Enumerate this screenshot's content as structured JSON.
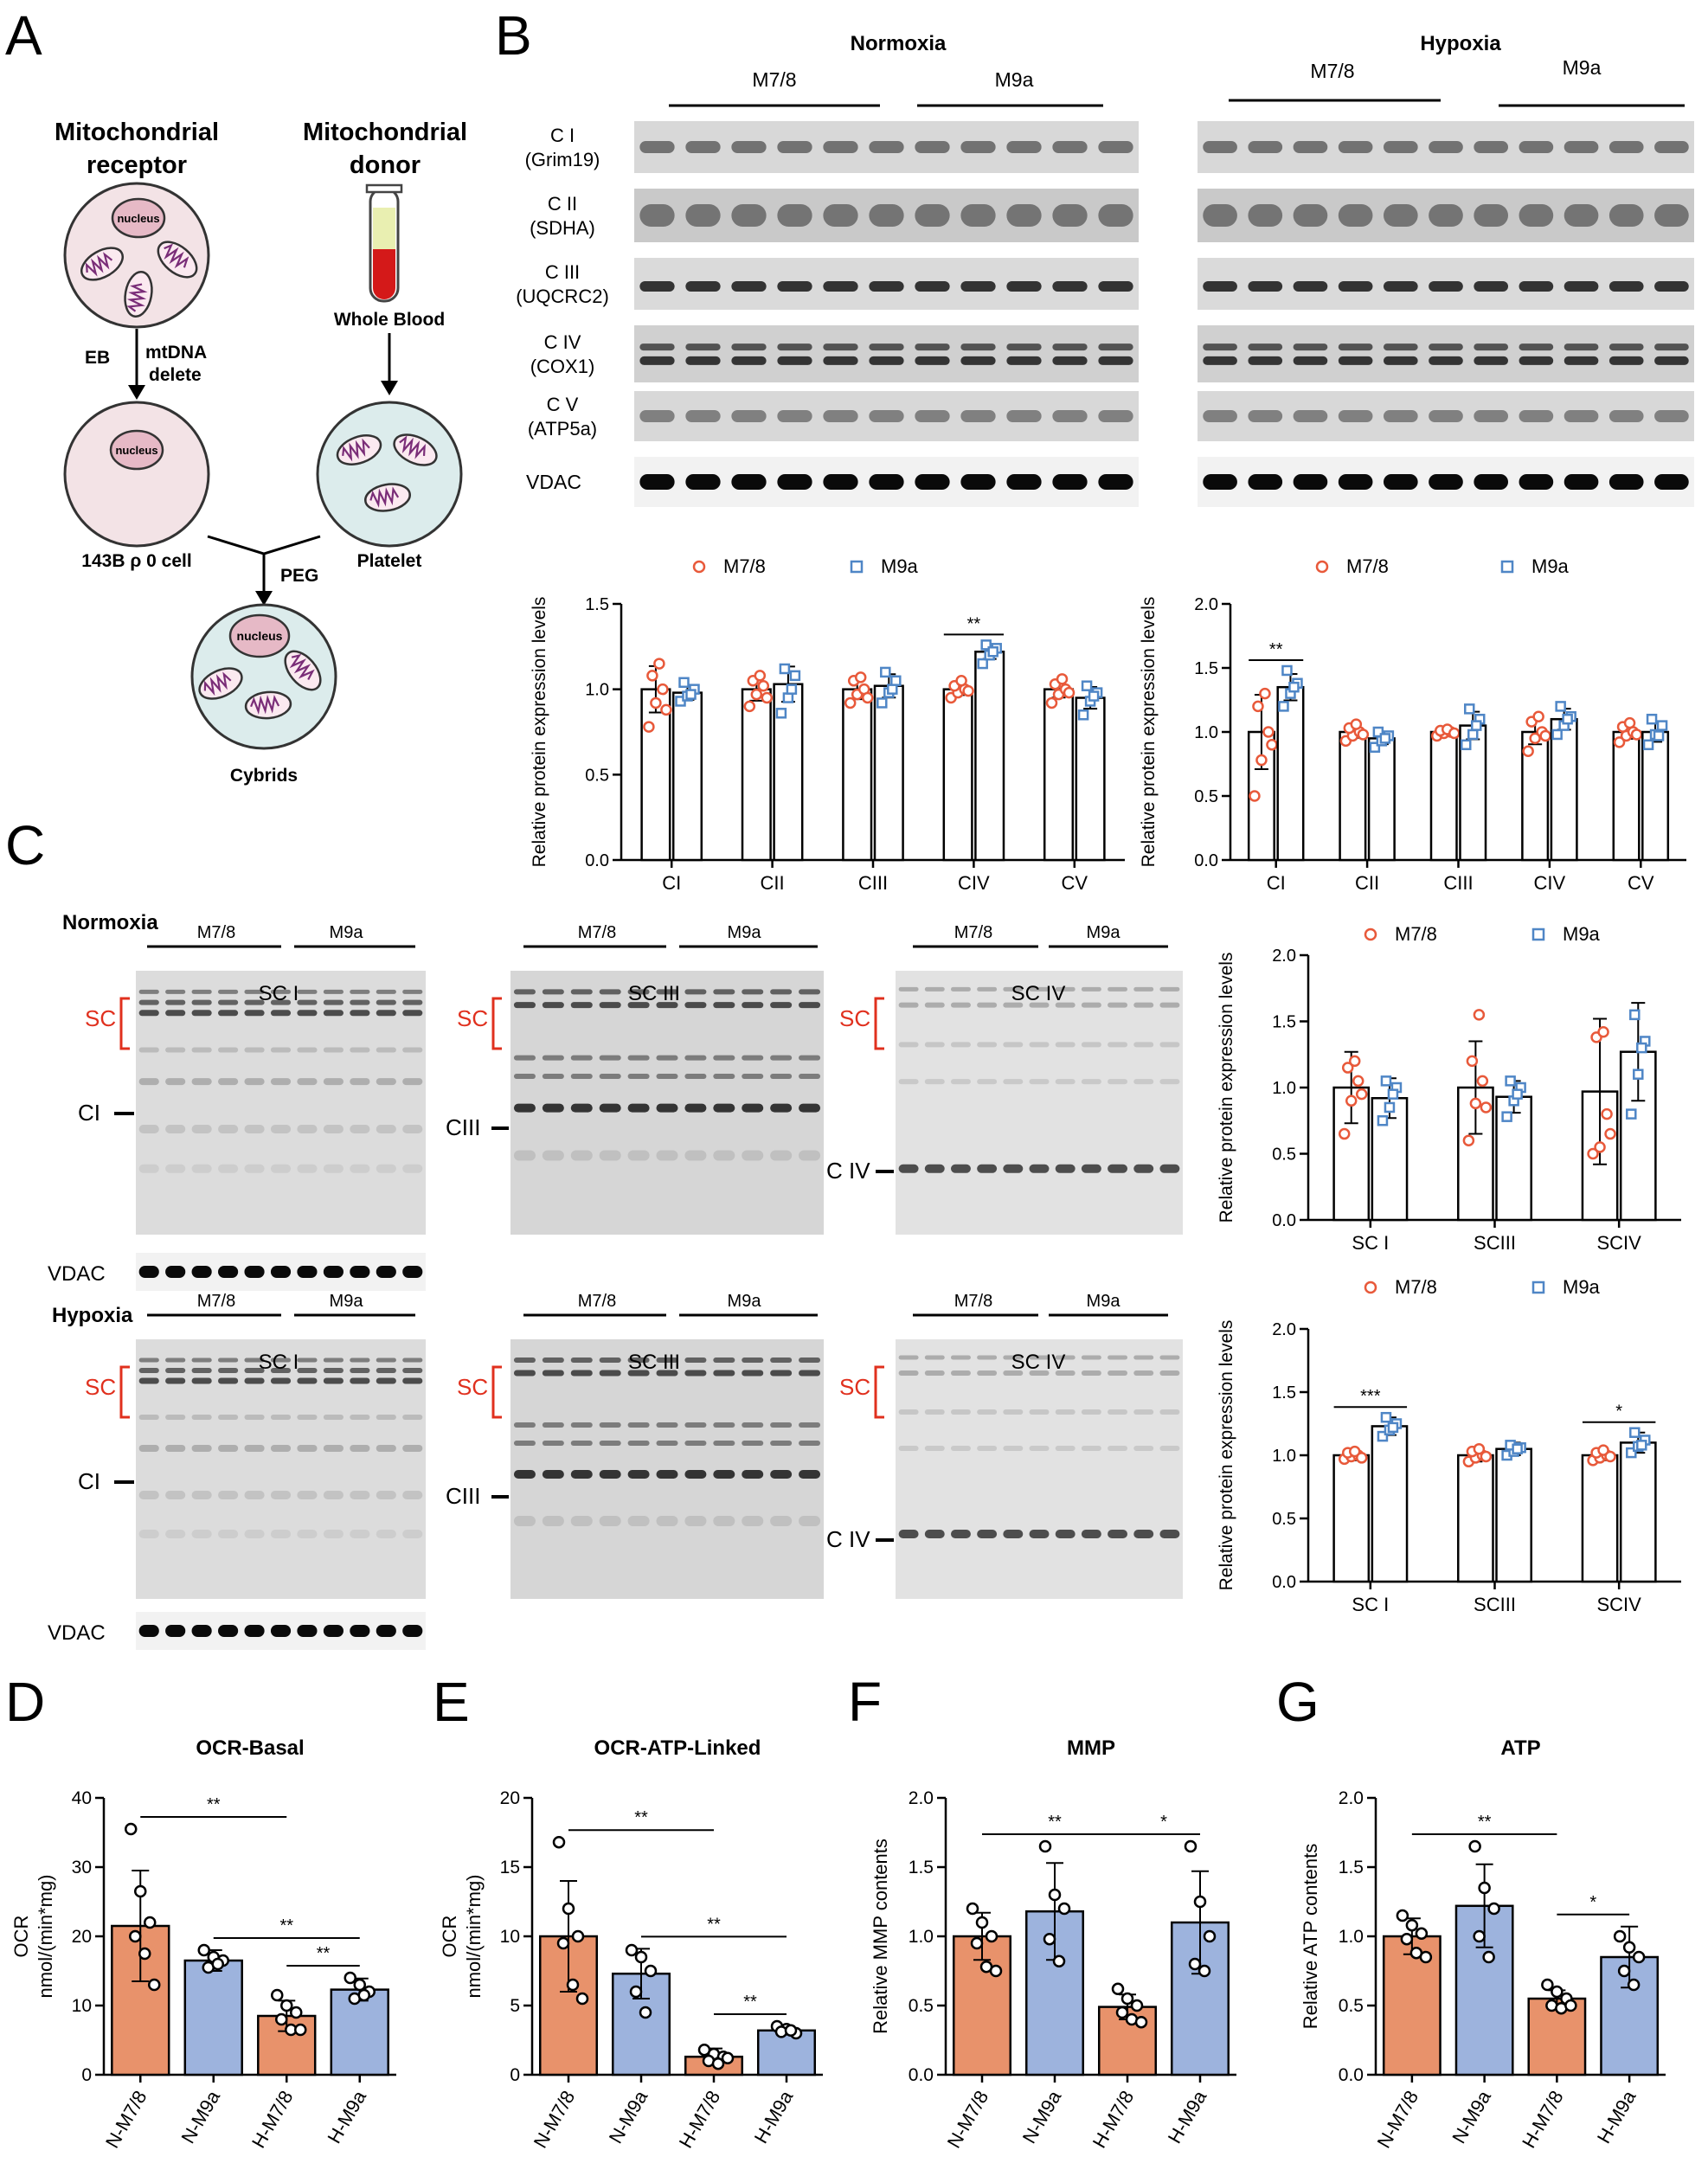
{
  "panels": {
    "A": "A",
    "B": "B",
    "C": "C",
    "D": "D",
    "E": "E",
    "F": "F",
    "G": "G"
  },
  "panelA": {
    "receptor_title": [
      "Mitochondrial",
      "receptor"
    ],
    "donor_title": [
      "Mitochondrial",
      "donor"
    ],
    "nucleus": "nucleus",
    "eb": "EB",
    "mtdna": [
      "mtDNA",
      "delete"
    ],
    "whole_blood": "Whole Blood",
    "rho0": "143B ρ 0 cell",
    "platelet": "Platelet",
    "peg": "PEG",
    "cybrids": "Cybrids"
  },
  "panelB": {
    "normoxia": "Normoxia",
    "hypoxia": "Hypoxia",
    "group1": "M7/8",
    "group2": "M9a",
    "rows": [
      {
        "name": "C I",
        "sub": "(Grim19)"
      },
      {
        "name": "C II",
        "sub": "(SDHA)"
      },
      {
        "name": "C III",
        "sub": "(UQCRC2)"
      },
      {
        "name": "C IV",
        "sub": "(COX1)"
      },
      {
        "name": "C V",
        "sub": "(ATP5a)"
      },
      {
        "name": "VDAC",
        "sub": ""
      }
    ]
  },
  "panelC": {
    "normoxia": "Normoxia",
    "hypoxia": "Hypoxia",
    "group1": "M7/8",
    "group2": "M9a",
    "sc": "SC",
    "blots": [
      "SC I",
      "SC III",
      "SC IV"
    ],
    "markers": [
      "CI",
      "CIII",
      "C IV"
    ],
    "vdac": "VDAC"
  },
  "colors": {
    "m78": "#e8593a",
    "m9a": "#4f86c6",
    "bar_m78": "#e8926b",
    "bar_m9a": "#9db3dd",
    "sc_red": "#e0301e"
  },
  "chart_data": [
    {
      "id": "B-normoxia",
      "type": "bar",
      "ylabel": "Relative protein expression levels",
      "categories": [
        "CI",
        "CII",
        "CIII",
        "CIV",
        "CV"
      ],
      "ylim": [
        0,
        1.5
      ],
      "yticks": [
        0.0,
        0.5,
        1.0,
        1.5
      ],
      "legend": [
        "M7/8",
        "M9a"
      ],
      "series": [
        {
          "name": "M7/8",
          "values": [
            1.0,
            1.0,
            1.0,
            1.0,
            1.0
          ],
          "points": [
            [
              0.78,
              0.92,
              1.0,
              1.08,
              1.15,
              0.88
            ],
            [
              0.9,
              0.97,
              1.02,
              1.05,
              1.08,
              0.95
            ],
            [
              0.92,
              0.97,
              1.0,
              1.05,
              1.07,
              0.95
            ],
            [
              0.95,
              0.98,
              1.0,
              1.02,
              1.05,
              0.99
            ],
            [
              0.92,
              0.97,
              1.0,
              1.03,
              1.06,
              0.98
            ]
          ]
        },
        {
          "name": "M9a",
          "values": [
            0.98,
            1.03,
            1.02,
            1.22,
            0.95
          ],
          "points": [
            [
              0.93,
              0.96,
              1.0,
              1.04,
              0.97
            ],
            [
              0.86,
              0.95,
              1.08,
              1.12,
              1.0
            ],
            [
              0.92,
              0.98,
              1.05,
              1.1,
              1.0
            ],
            [
              1.15,
              1.2,
              1.24,
              1.26,
              1.22
            ],
            [
              0.85,
              0.93,
              0.98,
              1.02,
              0.96
            ]
          ]
        }
      ],
      "significance": [
        {
          "category": "CIV",
          "label": "**"
        }
      ]
    },
    {
      "id": "B-hypoxia",
      "type": "bar",
      "ylabel": "Relative protein expression levels",
      "categories": [
        "CI",
        "CII",
        "CIII",
        "CIV",
        "CV"
      ],
      "ylim": [
        0,
        2.0
      ],
      "yticks": [
        0.0,
        0.5,
        1.0,
        1.5,
        2.0
      ],
      "legend": [
        "M7/8",
        "M9a"
      ],
      "series": [
        {
          "name": "M7/8",
          "values": [
            1.0,
            1.0,
            1.0,
            1.0,
            1.0
          ],
          "points": [
            [
              0.5,
              0.78,
              1.0,
              1.2,
              1.3,
              0.9
            ],
            [
              0.93,
              0.97,
              1.0,
              1.03,
              1.06,
              0.98
            ],
            [
              0.97,
              0.99,
              1.0,
              1.01,
              1.02,
              0.99
            ],
            [
              0.85,
              0.95,
              1.0,
              1.08,
              1.12,
              0.97
            ],
            [
              0.92,
              0.97,
              1.0,
              1.04,
              1.07,
              0.98
            ]
          ]
        },
        {
          "name": "M9a",
          "values": [
            1.35,
            0.95,
            1.05,
            1.1,
            1.0
          ],
          "points": [
            [
              1.2,
              1.3,
              1.38,
              1.48,
              1.35
            ],
            [
              0.88,
              0.93,
              0.97,
              1.0,
              0.95
            ],
            [
              0.9,
              0.98,
              1.1,
              1.18,
              1.05
            ],
            [
              0.98,
              1.05,
              1.12,
              1.2,
              1.1
            ],
            [
              0.9,
              0.98,
              1.05,
              1.1,
              0.97
            ]
          ]
        }
      ],
      "significance": [
        {
          "category": "CI",
          "label": "**"
        }
      ]
    },
    {
      "id": "C-normoxia",
      "type": "bar",
      "ylabel": "Relative protein expression levels",
      "categories": [
        "SC I",
        "SCIII",
        "SCIV"
      ],
      "ylim": [
        0,
        2.0
      ],
      "yticks": [
        0.0,
        0.5,
        1.0,
        1.5,
        2.0
      ],
      "legend": [
        "M7/8",
        "M9a"
      ],
      "series": [
        {
          "name": "M7/8",
          "values": [
            1.0,
            1.0,
            0.97
          ],
          "errors": [
            0.27,
            0.35,
            0.55
          ],
          "points": [
            [
              0.65,
              0.9,
              1.05,
              1.15,
              1.2,
              0.95
            ],
            [
              0.6,
              0.88,
              1.05,
              1.2,
              1.55,
              0.85
            ],
            [
              0.5,
              0.55,
              0.8,
              1.38,
              1.42,
              0.65
            ]
          ]
        },
        {
          "name": "M9a",
          "values": [
            0.92,
            0.93,
            1.27
          ],
          "errors": [
            0.15,
            0.12,
            0.37
          ],
          "points": [
            [
              0.75,
              0.85,
              1.0,
              1.05,
              0.95
            ],
            [
              0.78,
              0.9,
              1.0,
              1.05,
              0.95
            ],
            [
              0.8,
              1.1,
              1.35,
              1.55,
              1.3
            ]
          ]
        }
      ],
      "significance": []
    },
    {
      "id": "C-hypoxia",
      "type": "bar",
      "ylabel": "Relative protein expression levels",
      "categories": [
        "SC I",
        "SCIII",
        "SCIV"
      ],
      "ylim": [
        0,
        2.0
      ],
      "yticks": [
        0.0,
        0.5,
        1.0,
        1.5,
        2.0
      ],
      "legend": [
        "M7/8",
        "M9a"
      ],
      "series": [
        {
          "name": "M7/8",
          "values": [
            1.0,
            1.0,
            1.0
          ],
          "errors": [
            0.04,
            0.05,
            0.04
          ],
          "points": [
            [
              0.97,
              0.99,
              1.0,
              1.02,
              1.03,
              0.98
            ],
            [
              0.95,
              0.98,
              1.0,
              1.03,
              1.05,
              0.99
            ],
            [
              0.96,
              0.98,
              1.0,
              1.02,
              1.04,
              0.99
            ]
          ]
        },
        {
          "name": "M9a",
          "values": [
            1.23,
            1.05,
            1.1
          ],
          "errors": [
            0.07,
            0.05,
            0.08
          ],
          "points": [
            [
              1.15,
              1.2,
              1.25,
              1.3,
              1.22
            ],
            [
              1.0,
              1.03,
              1.06,
              1.08,
              1.05
            ],
            [
              1.02,
              1.07,
              1.12,
              1.18,
              1.08
            ]
          ]
        }
      ],
      "significance": [
        {
          "category": "SC I",
          "label": "***"
        },
        {
          "category": "SCIV",
          "label": "*"
        }
      ]
    },
    {
      "id": "D",
      "type": "bar",
      "title": "OCR-Basal",
      "ylabel": [
        "OCR",
        "nmol/(min*mg)"
      ],
      "categories": [
        "N-M7/8",
        "N-M9a",
        "H-M7/8",
        "H-M9a"
      ],
      "ylim": [
        0,
        40
      ],
      "yticks": [
        0,
        10,
        20,
        30,
        40
      ],
      "values": [
        21.5,
        16.5,
        8.5,
        12.3
      ],
      "errors": [
        8.0,
        1.5,
        2.2,
        1.6
      ],
      "points": [
        [
          35.5,
          26.5,
          22.0,
          20.0,
          17.5,
          13.0
        ],
        [
          18.0,
          17.0,
          16.5,
          15.5,
          16.0
        ],
        [
          11.5,
          10.0,
          9.0,
          8.0,
          6.5,
          6.5
        ],
        [
          14.0,
          13.0,
          12.0,
          11.0,
          11.5
        ]
      ],
      "significance": [
        {
          "pair": [
            0,
            2
          ],
          "label": "**"
        },
        {
          "pair": [
            1,
            3
          ],
          "label": "**"
        },
        {
          "pair": [
            2,
            3
          ],
          "label": "**"
        }
      ]
    },
    {
      "id": "E",
      "type": "bar",
      "title": "OCR-ATP-Linked",
      "ylabel": [
        "OCR",
        "nmol/(min*mg)"
      ],
      "categories": [
        "N-M7/8",
        "N-M9a",
        "H-M7/8",
        "H-M9a"
      ],
      "ylim": [
        0,
        20
      ],
      "yticks": [
        0,
        5,
        10,
        15,
        20
      ],
      "values": [
        10.0,
        7.3,
        1.3,
        3.2
      ],
      "errors": [
        4.0,
        1.8,
        0.6,
        0.3
      ],
      "points": [
        [
          16.8,
          12.0,
          10.0,
          9.5,
          6.5,
          5.5
        ],
        [
          9.0,
          8.5,
          7.5,
          6.0,
          4.5
        ],
        [
          1.8,
          1.5,
          1.3,
          1.0,
          0.8,
          1.2
        ],
        [
          3.5,
          3.3,
          3.0,
          3.1,
          3.2
        ]
      ],
      "significance": [
        {
          "pair": [
            0,
            2
          ],
          "label": "**"
        },
        {
          "pair": [
            1,
            3
          ],
          "label": "**"
        },
        {
          "pair": [
            2,
            3
          ],
          "label": "**"
        }
      ]
    },
    {
      "id": "F",
      "type": "bar",
      "title": "MMP",
      "ylabel": "Relative MMP contents",
      "categories": [
        "N-M7/8",
        "N-M9a",
        "H-M7/8",
        "H-M9a"
      ],
      "ylim": [
        0,
        2.0
      ],
      "yticks": [
        0.0,
        0.5,
        1.0,
        1.5,
        2.0
      ],
      "values": [
        1.0,
        1.18,
        0.49,
        1.1
      ],
      "errors": [
        0.17,
        0.35,
        0.09,
        0.37
      ],
      "points": [
        [
          1.2,
          1.1,
          1.0,
          0.95,
          0.78,
          0.75
        ],
        [
          1.65,
          1.3,
          1.2,
          0.98,
          0.82
        ],
        [
          0.62,
          0.55,
          0.5,
          0.45,
          0.4,
          0.38
        ],
        [
          1.65,
          1.25,
          1.0,
          0.8,
          0.75
        ]
      ],
      "significance": [
        {
          "pair": [
            0,
            2
          ],
          "label": "**"
        },
        {
          "pair": [
            2,
            3
          ],
          "label": "*"
        }
      ]
    },
    {
      "id": "G",
      "type": "bar",
      "title": "ATP",
      "ylabel": "Relative ATP contents",
      "categories": [
        "N-M7/8",
        "N-M9a",
        "H-M7/8",
        "H-M9a"
      ],
      "ylim": [
        0,
        2.0
      ],
      "yticks": [
        0.0,
        0.5,
        1.0,
        1.5,
        2.0
      ],
      "values": [
        1.0,
        1.22,
        0.55,
        0.85
      ],
      "errors": [
        0.13,
        0.3,
        0.06,
        0.22
      ],
      "points": [
        [
          1.15,
          1.08,
          1.02,
          0.98,
          0.88,
          0.85
        ],
        [
          1.65,
          1.35,
          1.2,
          1.0,
          0.85
        ],
        [
          0.65,
          0.6,
          0.55,
          0.5,
          0.48,
          0.5
        ],
        [
          1.0,
          0.92,
          0.85,
          0.75,
          0.65
        ]
      ],
      "significance": [
        {
          "pair": [
            0,
            2
          ],
          "label": "**"
        },
        {
          "pair": [
            2,
            3
          ],
          "label": "*"
        }
      ]
    }
  ]
}
